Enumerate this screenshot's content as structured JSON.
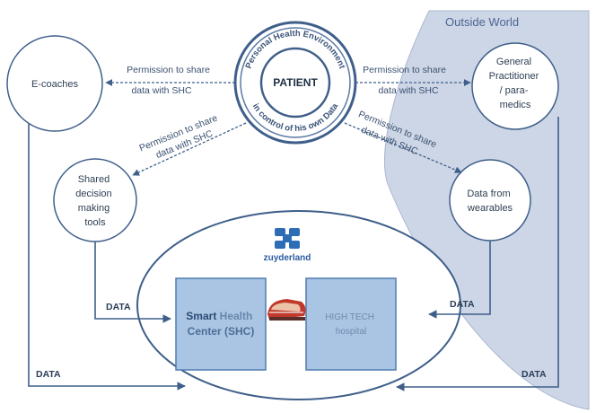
{
  "outside_world": {
    "label": "Outside World"
  },
  "patient": {
    "label": "PATIENT",
    "ring_text_top": "Personal Health Environment",
    "ring_text_bottom": "in control of his own Data"
  },
  "nodes": {
    "e_coaches": "E-coaches",
    "general_practitioner": [
      "General",
      "Practitioner",
      "/ para-",
      "medics"
    ],
    "shared_decision": [
      "Shared",
      "decision",
      "making",
      "tools"
    ],
    "wearables": [
      "Data from",
      "wearables"
    ]
  },
  "edges": {
    "permission_left": [
      "Permission to share",
      "data with SHC"
    ],
    "permission_right": [
      "Permission to share",
      "data with SHC"
    ],
    "permission_lower_left": [
      "Permission to share",
      "data with SHC"
    ],
    "permission_lower_right": [
      "Permission to share",
      "data with SHC"
    ]
  },
  "data_labels": {
    "shared_tools": "DATA",
    "wearables": "DATA",
    "e_coaches": "DATA",
    "general_practitioner": "DATA"
  },
  "hospital": {
    "logo_text": "zuyderland",
    "shc_label_strong": "Smart",
    "shc_label_rest": "Health",
    "shc_line2": "Center (SHC)",
    "hightech_line1": "HIGH TECH",
    "hightech_line2": "hospital"
  },
  "colors": {
    "outside_world_fill": "#cdd6e6",
    "outside_world_text": "#4a6591",
    "circle_stroke": "#3f5f8a",
    "arrow": "#3f5f8a",
    "box_fill": "#a9c5e3",
    "box_stroke": "#4f7cb0",
    "logo": "#2c6db6"
  }
}
